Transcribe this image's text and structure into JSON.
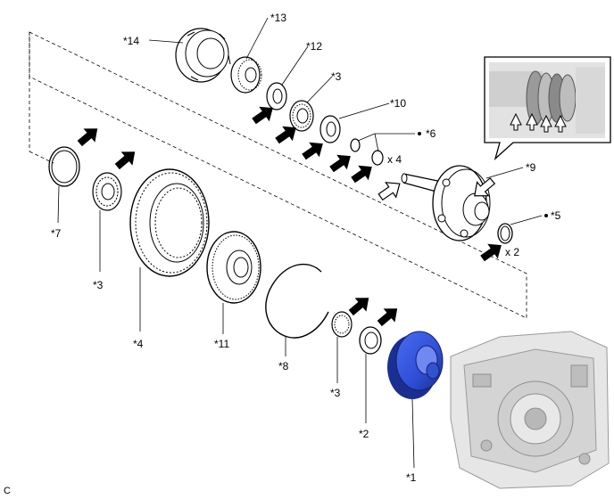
{
  "callouts": {
    "c1": "*1",
    "c2": "*2",
    "c3a": "*3",
    "c3b": "*3",
    "c3c": "*3",
    "c4": "*4",
    "c5": "*5",
    "c6": "*6",
    "c7": "*7",
    "c8": "*8",
    "c9": "*9",
    "c10": "*10",
    "c11": "*11",
    "c12": "*12",
    "c13": "*13",
    "c14": "*14"
  },
  "quantities": {
    "q6": "x 4",
    "q5": "x 2"
  },
  "figure_code": "C",
  "colors": {
    "highlight_part": "#2e4fd6",
    "line": "#000000",
    "housing": "#c8c8c8"
  }
}
